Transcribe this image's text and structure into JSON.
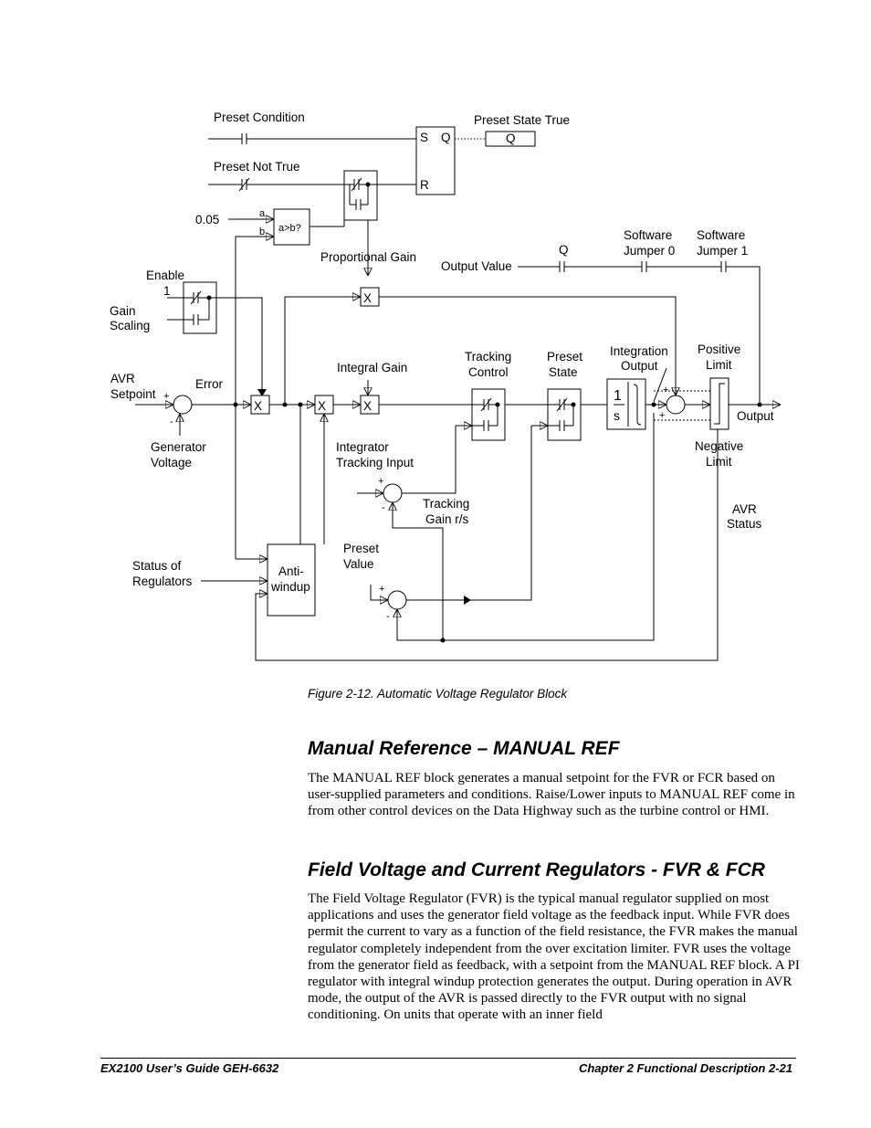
{
  "diagram": {
    "labels": {
      "preset_condition": "Preset Condition",
      "preset_not_true": "Preset Not True",
      "preset_state_true": "Preset State True",
      "q": "Q",
      "s": "S",
      "r": "R",
      "val_005": "0.05",
      "a": "a",
      "b": "b",
      "compare": "a>b?",
      "enable": "Enable",
      "one": "1",
      "gain": "Gain",
      "scaling": "Scaling",
      "proportional_gain": "Proportional Gain",
      "output_value": "Output Value",
      "software_1": "Software",
      "jumper_0": "Jumper 0",
      "software_2": "Software",
      "jumper_1": "Jumper 1",
      "avr": "AVR",
      "setpoint": "Setpoint",
      "plus": "+",
      "minus": "-",
      "error": "Error",
      "integral_gain": "Integral Gain",
      "tracking": "Tracking",
      "control": "Control",
      "preset": "Preset",
      "state": "State",
      "integration": "Integration",
      "output_lbl": "Output",
      "positive": "Positive",
      "limit": "Limit",
      "output": "Output",
      "negative": "Negative",
      "limit2": "Limit",
      "generator": "Generator",
      "voltage": "Voltage",
      "integrator": "Integrator",
      "tracking_input": "Tracking Input",
      "tracking2": "Tracking",
      "gain_rs": "Gain r/s",
      "avr2": "AVR",
      "status": "Status",
      "status_of": "Status of",
      "regulators": "Regulators",
      "anti": "Anti-",
      "windup": "windup",
      "preset2": "Preset",
      "value": "Value",
      "mult": "X",
      "int_num": "1",
      "int_den": "s"
    }
  },
  "caption": "Figure 2-12.  Automatic Voltage Regulator Block",
  "sections": [
    {
      "heading": "Manual Reference – MANUAL REF",
      "body": "The MANUAL REF block generates a manual setpoint for the FVR or FCR based on user-supplied parameters and conditions. Raise/Lower inputs to MANUAL REF come in from other control devices on the Data Highway such as the turbine control or HMI."
    },
    {
      "heading": "Field Voltage and Current Regulators - FVR & FCR",
      "body": "The Field Voltage Regulator (FVR) is the typical manual regulator supplied on most applications and uses the generator field voltage as the feedback input. While FVR does permit the current to vary as a function of the field resistance, the FVR makes the manual regulator completely independent from the over excitation limiter. FVR uses the voltage from the generator field as feedback, with a setpoint from the MANUAL REF block. A PI regulator with integral windup protection generates the output. During operation in AVR mode, the output of the AVR is passed directly to the FVR output with no signal conditioning. On units that operate with an inner field"
    }
  ],
  "footer": {
    "left": "EX2100 User’s Guide  GEH-6632",
    "right": "Chapter 2  Functional Description    2-21"
  }
}
